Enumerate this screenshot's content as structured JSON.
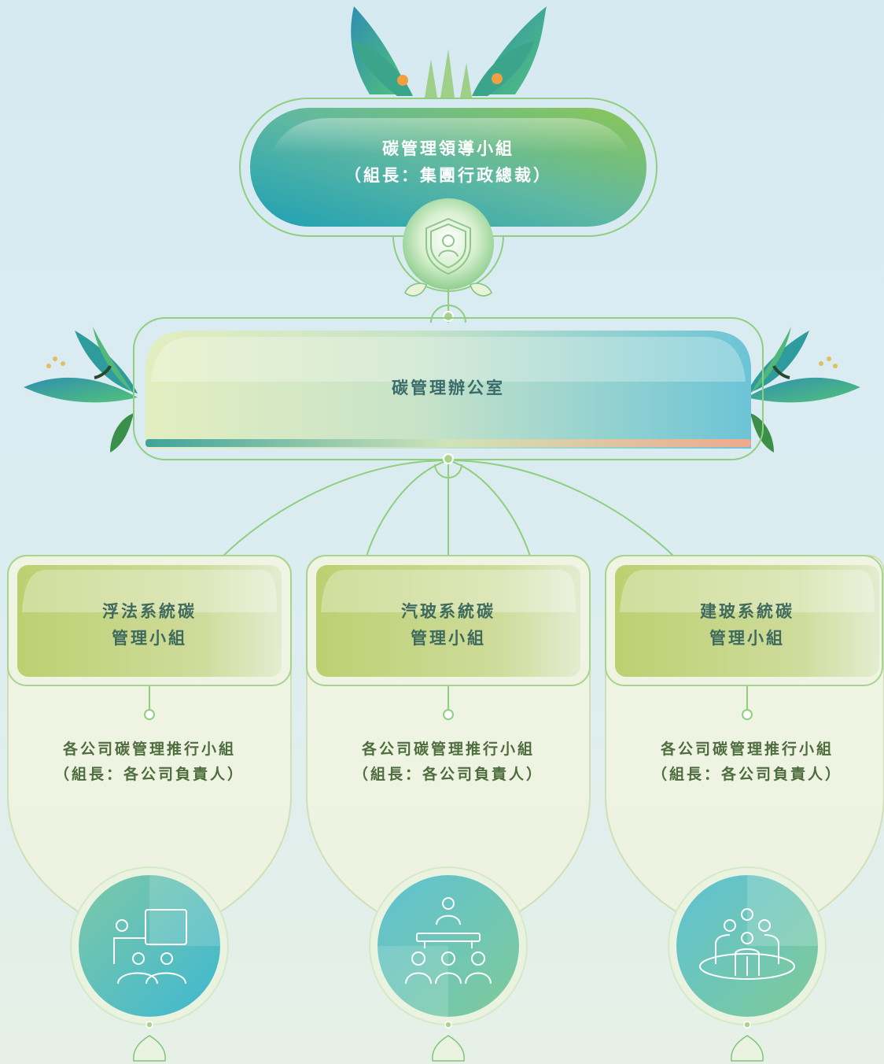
{
  "leader": {
    "title": "碳管理領導小組",
    "subtitle": "（組長：集團行政總裁）",
    "icon": "shield-person-icon"
  },
  "office": {
    "title": "碳管理辦公室"
  },
  "groups": [
    {
      "title_line1": "浮法系統碳",
      "title_line2": "管理小組",
      "sub_line1": "各公司碳管理推行小組",
      "sub_line2": "（組長：各公司負責人）",
      "icon": "presentation-icon"
    },
    {
      "title_line1": "汽玻系統碳",
      "title_line2": "管理小組",
      "sub_line1": "各公司碳管理推行小組",
      "sub_line2": "（組長：各公司負責人）",
      "icon": "conference-table-icon"
    },
    {
      "title_line1": "建玻系統碳",
      "title_line2": "管理小組",
      "sub_line1": "各公司碳管理推行小組",
      "sub_line2": "（組長：各公司負責人）",
      "icon": "team-group-icon"
    }
  ],
  "colors": {
    "line_green": "#7fc47f",
    "teal": "#2aa5b5",
    "leaf_green": "#8cc63f",
    "panel_cream": "#eef3e0",
    "header_olive": "#c3d37e"
  }
}
